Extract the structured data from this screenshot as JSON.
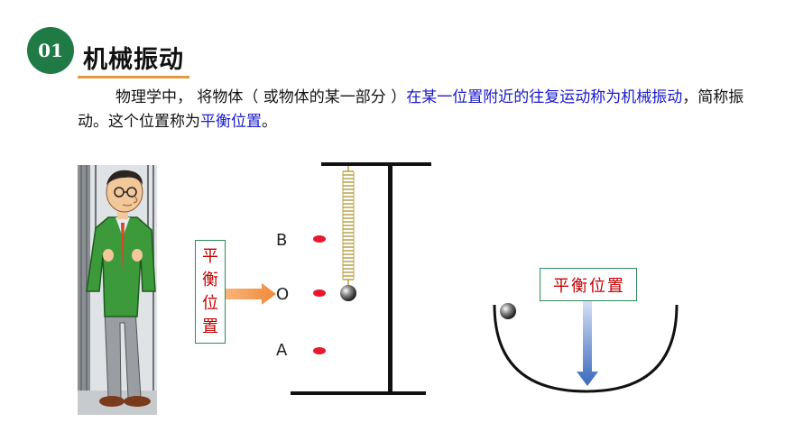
{
  "section": {
    "number": "01",
    "title": "机械振动"
  },
  "paragraph": {
    "part1": "物理学中，  将物体（  或物体的某一部分  ）",
    "highlight1": "在某一位置附近的往复运动称为机械振动",
    "part2": "，简称振动。这个位置称为",
    "highlight2": "平衡位置",
    "part3": "。"
  },
  "spring_diagram": {
    "equilibrium_label": [
      "平",
      "衡",
      "位",
      "置"
    ],
    "markers": {
      "b": "B",
      "o": "O",
      "a": "A"
    }
  },
  "bowl_diagram": {
    "equilibrium_label": "平衡位置"
  },
  "colors": {
    "badge": "#1f7a45",
    "underline": "#e39a3c",
    "highlight_text": "#1919c8",
    "label_text": "#c00000",
    "label_border": "#2e8b57",
    "marker_dot": "#e8192c",
    "arrow_orange": "#f2944a",
    "arrow_blue": "#3f6fc4"
  }
}
